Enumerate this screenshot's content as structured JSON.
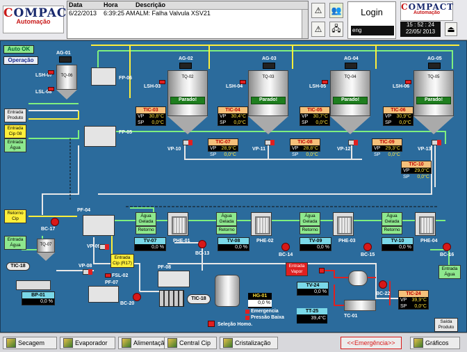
{
  "header": {
    "logo_text": "OMPACT",
    "logo_letter": "C",
    "logo_sub": "Automação",
    "alarm_columns": [
      "Data",
      "Hora",
      "Descrição"
    ],
    "alarm_rows": [
      {
        "date": "6/22/2013",
        "time": "6:39:25 AM",
        "desc": "ALM: Falha Valvula XSV21"
      }
    ],
    "login_label": "Login",
    "login_user": "eng",
    "clock_time": "15 : 52 : 24",
    "clock_date": "22/05/ 2013"
  },
  "status": {
    "auto_ok": "Auto OK",
    "operacao": "Operação"
  },
  "tanks": [
    {
      "ag": "AG-01",
      "name": "TQ-06",
      "lsh": "LSH-07",
      "lsl": "LSL-08"
    },
    {
      "ag": "AG-02",
      "name": "TQ-02",
      "lsh": "LSH-03",
      "state": "Parado!",
      "tic": "TIC-03",
      "vp": "30,8°C",
      "sp": "0,0°C",
      "valve": "VP-10"
    },
    {
      "ag": "AG-03",
      "name": "TQ-03",
      "lsh": "LSH-04",
      "state": "Parado!",
      "tic": "TIC-04",
      "vp": "30,4°C",
      "sp": "0,0°C",
      "valve": "VP-11"
    },
    {
      "ag": "AG-04",
      "name": "TQ-04",
      "lsh": "LSH-05",
      "state": "Parado!",
      "tic": "TIC-05",
      "vp": "30,7°C",
      "sp": "0,0°C",
      "valve": "VP-12"
    },
    {
      "ag": "AG-05",
      "name": "TQ-05",
      "lsh": "LSH-06",
      "state": "Parado!",
      "tic": "TIC-06",
      "vp": "30,9°C",
      "sp": "0,0°C",
      "valve": "VP-13"
    }
  ],
  "tics_small": [
    {
      "id": "TIC-07",
      "vp": "28,9°C",
      "sp": "0,0°C"
    },
    {
      "id": "TIC-08",
      "vp": "28,8°C",
      "sp": "0,0°C"
    },
    {
      "id": "TIC-09",
      "vp": "29,3°C",
      "sp": "0,0°C"
    },
    {
      "id": "TIC-10",
      "vp": "29,0°C",
      "sp": "0,0°C"
    },
    {
      "id": "TIC-24",
      "vp": "39,9°C",
      "sp": "0,0°C"
    }
  ],
  "labels": {
    "entrada_produto": "Entrada\nProduto",
    "entrada_cip08": "Entrada\nCip 08",
    "entrada_agua": "Entrada\nÁgua",
    "retorno_cip": "Retorno\nCip",
    "entrada_agua2": "Entrada\nÁgua",
    "entrada_cip_r17": "Entrada\nCip (R17)",
    "entrada_vapor": "Entrada\nVapor",
    "entrada_agua3": "Entrada\nÁgua",
    "saida_produto": "Saída\nProduto",
    "agua_gelada": "Água\nGelada",
    "retorno": "Retorno"
  },
  "equip": {
    "fp06": "FP-06",
    "fp05": "FP-05",
    "pf04": "PF-04",
    "pf07": "PF-07",
    "pf08": "PF-08",
    "bc17": "BC-17",
    "bc20": "BC-20",
    "bc13": "BC-13",
    "bc14": "BC-14",
    "bc15": "BC-15",
    "bc16": "BC-16",
    "bc22": "BC-22",
    "tq07": "TQ-07",
    "tic18": "TIC-18",
    "tic18b": "TIC-18",
    "vp08": "VP-08",
    "vp09": "VP-09",
    "fsl02": "FSL-02",
    "bp01": "BP-01",
    "bp01_val": "0,0 %",
    "hg01": "HG-01",
    "hg01_val": "0,0 %",
    "emergencia": "Emergencia",
    "pressao_baixa": "Pressão Baixa",
    "selecao_homo": "Seleção Homo.",
    "tc01": "TC-01",
    "tv24": "TV-24",
    "tv24_val": "0,0 %",
    "tt25": "TT-25",
    "tt25_val": "39,4°C"
  },
  "phes": [
    {
      "tv": "TV-07",
      "val": "0,0 %",
      "name": "PHE-01"
    },
    {
      "tv": "TV-08",
      "val": "0,0 %",
      "name": "PHE-02"
    },
    {
      "tv": "TV-09",
      "val": "0,0 %",
      "name": "PHE-03"
    },
    {
      "tv": "TV-10",
      "val": "0,0 %",
      "name": "PHE-04"
    }
  ],
  "footer": {
    "secagem": "Secagem",
    "evaporador": "Evaporador",
    "alimentacao": "Alimentação",
    "central_cip": "Central Cip",
    "cristalizacao": "Cristalização",
    "emergencia": "<<Emergência>>",
    "graficos": "Gráficos"
  },
  "colors": {
    "background": "#2b6b9c",
    "pipe_green": "#7ff07f",
    "pipe_yellow": "#ffef3a",
    "pipe_white": "#e8e8e8",
    "alarm_red": "#d81818"
  }
}
